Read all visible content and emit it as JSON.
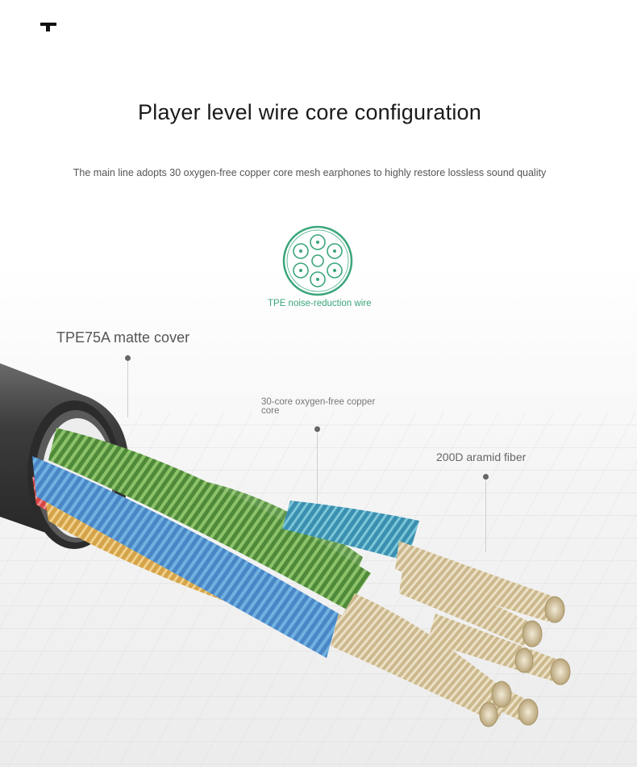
{
  "header": {
    "title": "Player level wire core configuration",
    "subtitle": "The main line adopts 30 oxygen-free copper core mesh earphones to highly restore lossless sound quality"
  },
  "callouts": {
    "tpe_wire": "TPE noise-reduction wire",
    "cover": "TPE75A matte cover",
    "copper": "30-core oxygen-free copper core",
    "aramid": "200D aramid fiber"
  },
  "colors": {
    "accent_green": "#3aa67a",
    "jacket": "#3a3a3a",
    "copper_strand": "#d8c9a2"
  },
  "icons": {
    "cross_section": "wire-cross-section-icon",
    "logo": "brand-logo"
  }
}
